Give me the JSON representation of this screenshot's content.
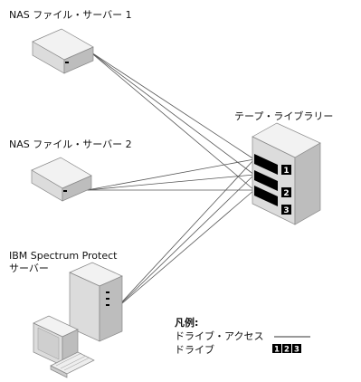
{
  "labels": {
    "nas1": "NAS ファイル・サーバー 1",
    "nas2": "NAS ファイル・サーバー 2",
    "library": "テープ・ライブラリー",
    "ibm_line1": "IBM Spectrum Protect",
    "ibm_line2": "サーバー"
  },
  "drives": [
    "1",
    "2",
    "3"
  ],
  "legend": {
    "title": "凡例:",
    "drive_access": "ドライブ・アクセス",
    "drive": "ドライブ",
    "drive_numbers": [
      "1",
      "2",
      "3"
    ]
  },
  "connections": [
    {
      "from": "nas1",
      "to": [
        "1",
        "2",
        "3"
      ]
    },
    {
      "from": "nas2",
      "to": [
        "1",
        "2",
        "3"
      ]
    },
    {
      "from": "ibm-server",
      "to": [
        "1",
        "2",
        "3"
      ]
    }
  ],
  "colors": {
    "line": "#555555",
    "box_top": "#f2f2f2",
    "box_side": "#bdbdbd",
    "box_front": "#dcdcdc",
    "drive": "#000000"
  }
}
